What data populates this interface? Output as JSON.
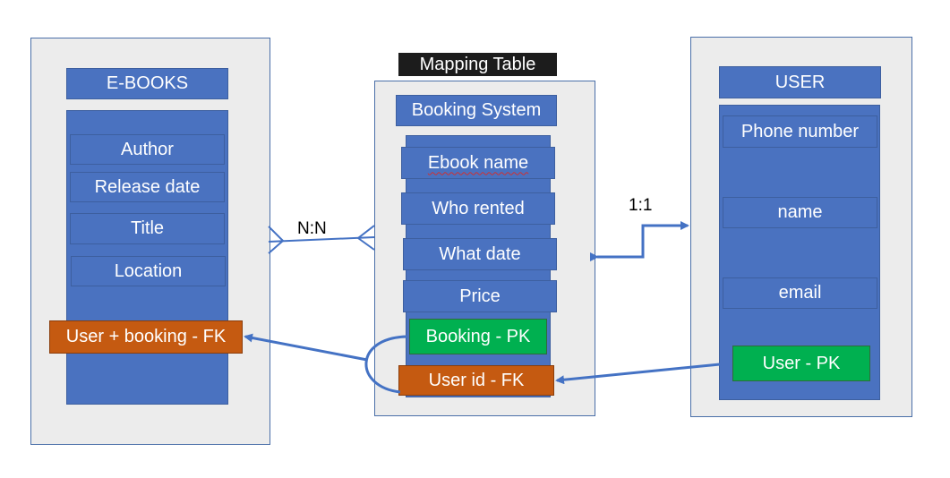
{
  "ebooks": {
    "title": "E-BOOKS",
    "fields": [
      "Author",
      "Release date",
      "Title",
      "Location"
    ],
    "fk": "User + booking  - FK"
  },
  "mapping": {
    "caption": "Mapping Table",
    "title": "Booking System",
    "fields": [
      "Ebook name",
      "Who rented",
      "What date",
      "Price"
    ],
    "pk": "Booking - PK",
    "fk": "User id - FK"
  },
  "user": {
    "title": "USER",
    "fields": [
      "Phone number",
      "name",
      "email"
    ],
    "pk": "User - PK"
  },
  "relations": {
    "ebooks_mapping": "N:N",
    "mapping_user": "1:1"
  },
  "colors": {
    "entity_blue": "#4a72c0",
    "pk_green": "#00b050",
    "fk_orange": "#c55a11",
    "connector": "#4472c4",
    "panel_gray": "#ececec"
  }
}
